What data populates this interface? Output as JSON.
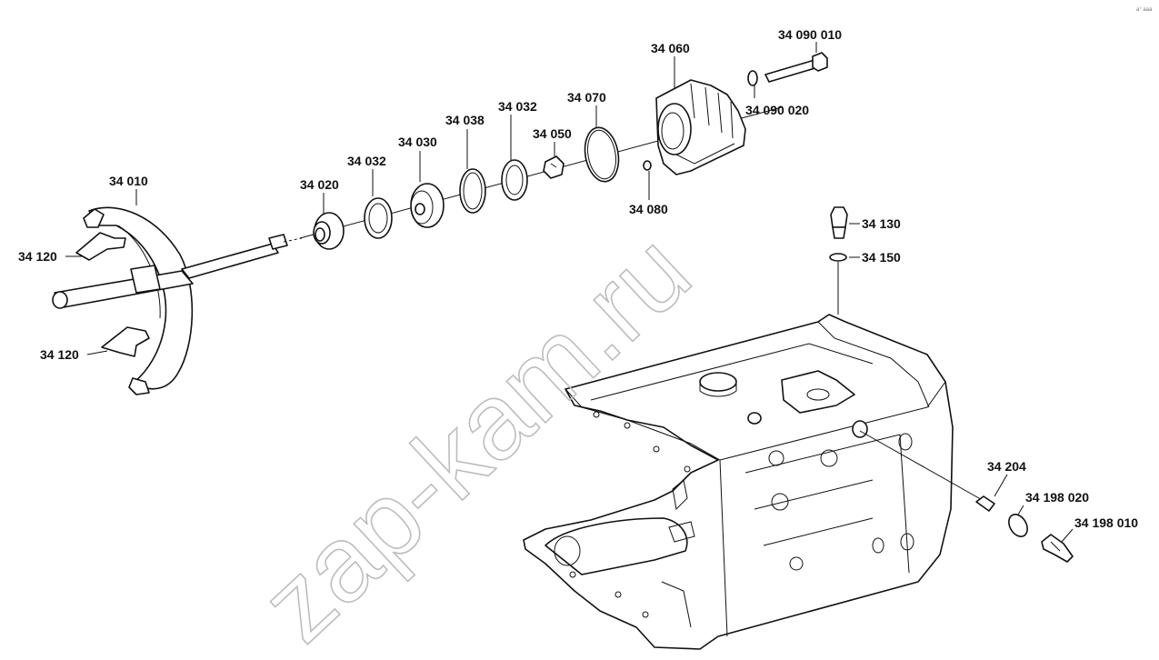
{
  "watermark": "zap-kam.ru",
  "corner_mark": "a° aaa",
  "labels": {
    "p34010": "34 010",
    "p34020": "34 020",
    "p34030": "34 030",
    "p34032a": "34 032",
    "p34032b": "34 032",
    "p34038": "34 038",
    "p34050": "34 050",
    "p34060": "34 060",
    "p34070": "34 070",
    "p34080": "34 080",
    "p34090010": "34 090 010",
    "p34090020": "34 090 020",
    "p34120a": "34 120",
    "p34120b": "34 120",
    "p34130": "34 130",
    "p34150": "34 150",
    "p34204": "34 204",
    "p34198020": "34 198  020",
    "p34198010": "34 198 010"
  }
}
